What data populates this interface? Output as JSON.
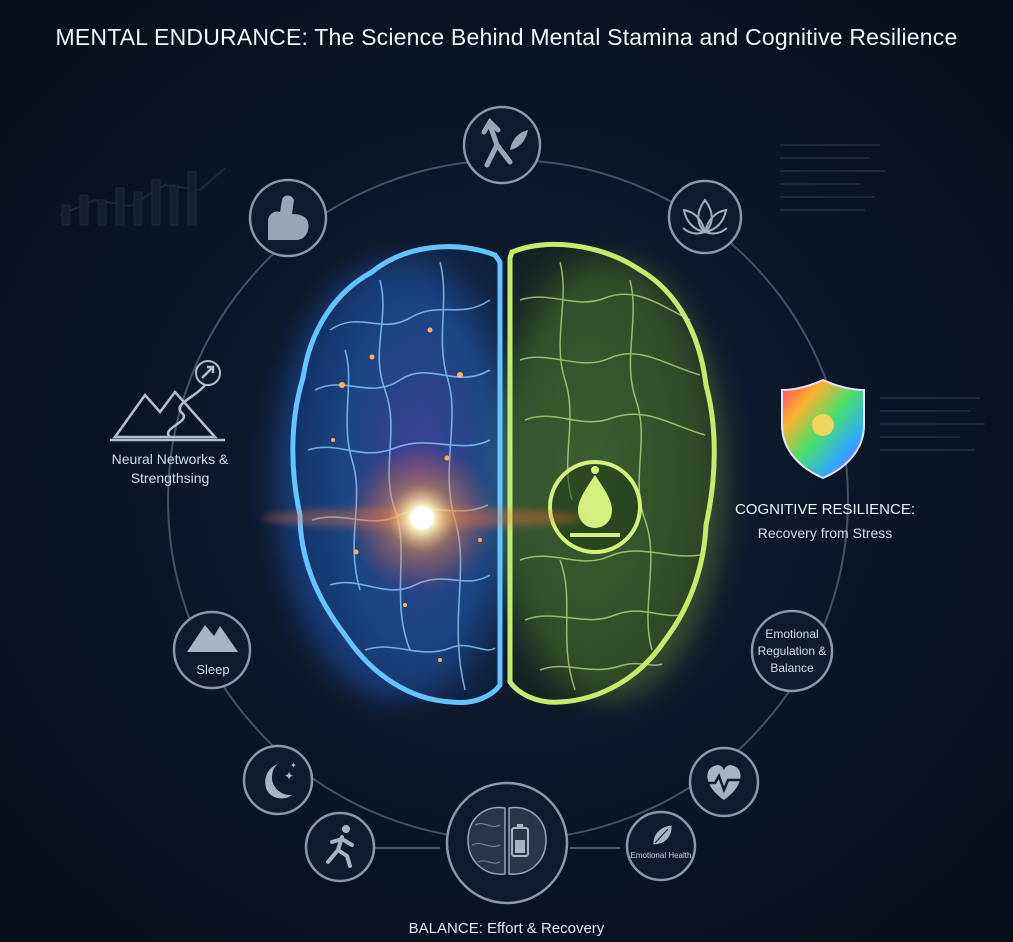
{
  "title": "MENTAL ENDURANCE: The Science Behind Mental Stamina and Cognitive Resilience",
  "labels": {
    "neural": "Neural Networks & Strengthsing",
    "cognitive_title": "COGNITIVE RESILIENCE:",
    "cognitive_sub": "Recovery from Stress",
    "sleep": "Sleep",
    "emotional": "Emotional Regulation & Balance",
    "emotional_health": "Emotional Health",
    "balance": "BALANCE: Effort & Recovery"
  },
  "icons": [
    "growth-arrow-plant-icon",
    "lotus-icon",
    "flexed-arm-icon",
    "mountain-path-icon",
    "rainbow-shield-icon",
    "mountain-icon",
    "moon-stars-icon",
    "heart-pulse-icon",
    "running-person-icon",
    "brain-battery-icon",
    "leaf-icon",
    "water-drop-balance-icon"
  ],
  "colors": {
    "background": "#0c1628",
    "left_hemisphere": "#3ea6ff",
    "right_hemisphere": "#b6e35a",
    "glow_core": "#fff2c8",
    "ring": "#5a6678"
  }
}
